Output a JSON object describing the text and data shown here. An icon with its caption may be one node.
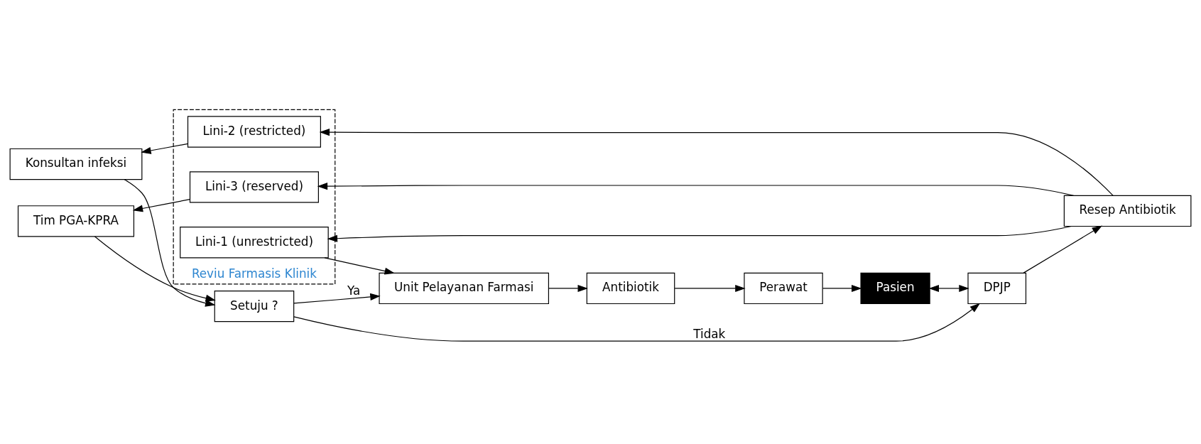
{
  "diagram": {
    "nodes": [
      {
        "text": [
          "Pasien"
        ]
      },
      {
        "text": [
          "Perawat"
        ]
      },
      {
        "text": [
          "Antibiotik"
        ]
      },
      {
        "text": [
          "Unit Pelayanan Farmasi"
        ]
      },
      {
        "text": [
          "DPJP"
        ]
      },
      {
        "text": [
          "Resep Antibiotik"
        ]
      },
      {
        "text": [
          "Reviu Farmasis Klinik"
        ]
      },
      {
        "text": [
          "Lini-1 (unrestricted)"
        ],
        "in": 6
      },
      {
        "text": [
          "Lini-2 (restricted)"
        ],
        "in": 6
      },
      {
        "text": [
          "Lini-3 (reserved)"
        ],
        "in": 6
      },
      {
        "text": [
          "Konsultan infeksi"
        ]
      },
      {
        "text": [
          "Tim PGA-KPRA"
        ]
      },
      {
        "text": [
          "Setuju ?"
        ]
      }
    ],
    "edges": [
      {
        "from": 3,
        "to": 2,
        "arrow": "to"
      },
      {
        "from": 2,
        "to": 1,
        "arrow": "to"
      },
      {
        "from": 1,
        "to": 0,
        "arrow": "to"
      },
      {
        "from": 0,
        "to": 4,
        "arrow": "both"
      },
      {
        "from": 4,
        "to": 5,
        "arrow": "to"
      },
      {
        "from": 5,
        "to": 7,
        "arrow": "to"
      },
      {
        "from": 5,
        "to": 8,
        "arrow": "to"
      },
      {
        "from": 5,
        "to": 9,
        "arrow": "to"
      },
      {
        "from": 7,
        "to": 3,
        "arrow": "to"
      },
      {
        "from": 8,
        "to": 10,
        "arrow": "to"
      },
      {
        "from": 9,
        "to": 11,
        "arrow": "to"
      },
      {
        "from": 10,
        "to": 12,
        "arrow": "to"
      },
      {
        "from": 11,
        "to": 12,
        "arrow": "to"
      },
      {
        "from": 12,
        "to": 3,
        "label": "Ya",
        "arrow": "to"
      },
      {
        "from": 12,
        "to": 4,
        "label": "Tidak",
        "arrow": "to"
      }
    ]
  }
}
